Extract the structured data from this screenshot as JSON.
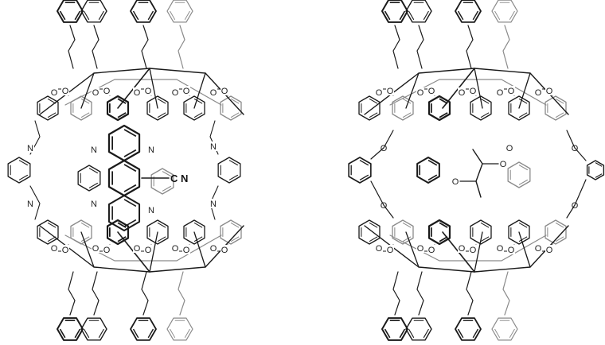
{
  "left_molecule": {
    "atoms": {
      "N": "N",
      "O": "O",
      "cyano": "C N"
    }
  },
  "right_molecule": {
    "atoms": {
      "O": "O"
    }
  },
  "colors": {
    "ink": "#1a1a1a",
    "light": "#8a8a8a"
  }
}
